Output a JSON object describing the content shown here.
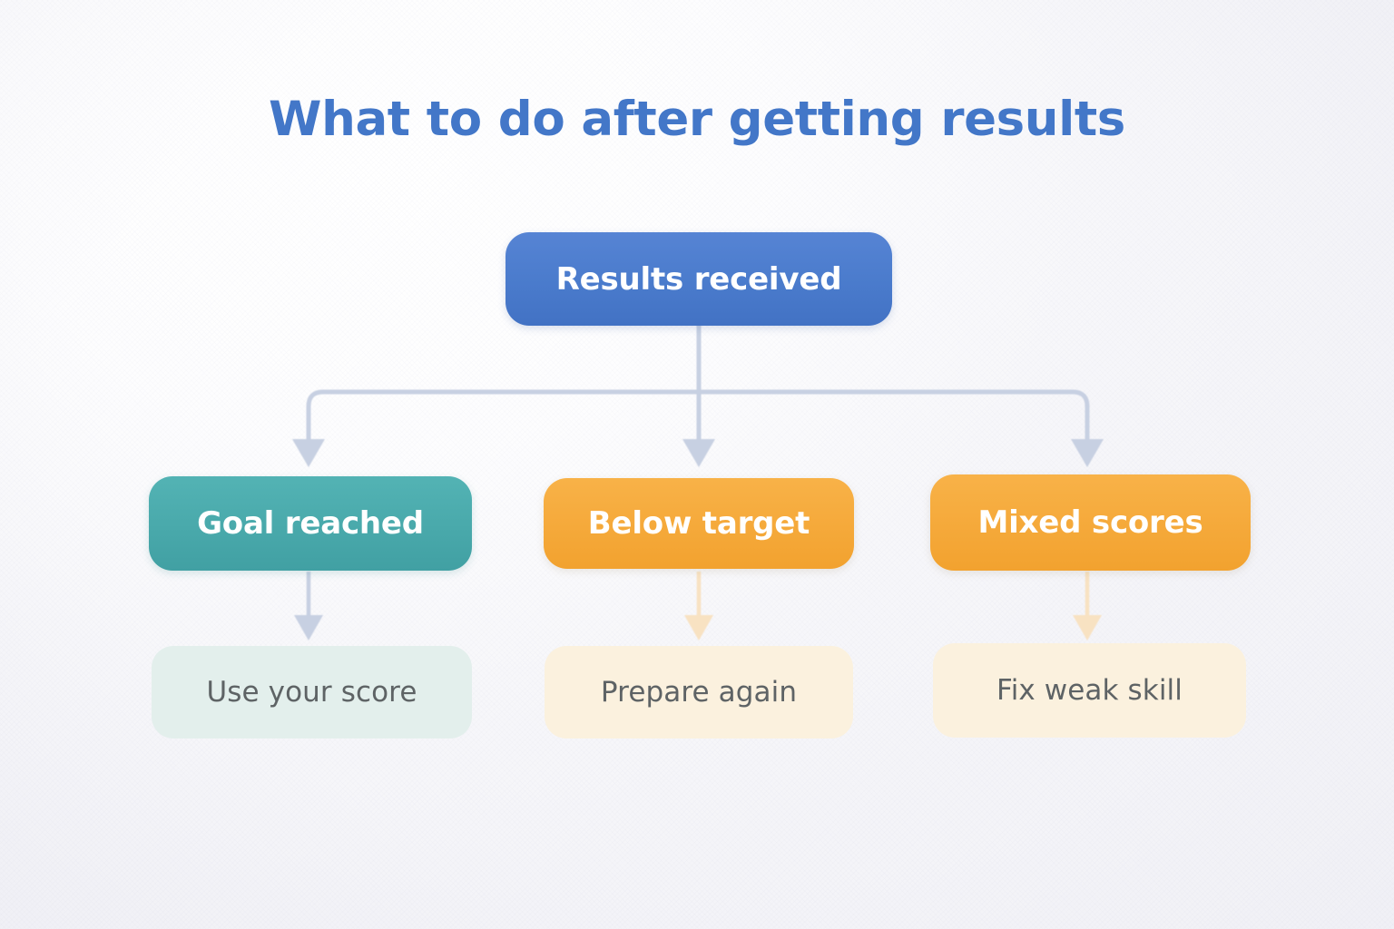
{
  "page": {
    "title": "What to do after getting results",
    "background_color": "#f7f7fa",
    "title_color": "#4377c8"
  },
  "palette": {
    "root_blue": "#4a7bcc",
    "teal": "#49a9ab",
    "amber": "#f5a93a",
    "mint": "#e3efec",
    "cream": "#fbf1de",
    "connector_blue": "#c7d0e2",
    "connector_cream": "#f8e2c2",
    "leaf_text": "#5e6365"
  },
  "diagram": {
    "type": "flowchart",
    "root": {
      "id": "results-received",
      "label": "Results received",
      "color": "#4a7bcc",
      "text_color": "#ffffff"
    },
    "branches": [
      {
        "id": "goal-reached",
        "label": "Goal reached",
        "color": "#49a9ab",
        "text_color": "#ffffff",
        "outcome": {
          "id": "use-your-score",
          "label": "Use your score",
          "color": "#e3efec",
          "text_color": "#5e6365"
        }
      },
      {
        "id": "below-target",
        "label": "Below target",
        "color": "#f5a93a",
        "text_color": "#ffffff",
        "outcome": {
          "id": "prepare-again",
          "label": "Prepare again",
          "color": "#fbf1de",
          "text_color": "#5e6365"
        }
      },
      {
        "id": "mixed-scores",
        "label": "Mixed scores",
        "color": "#f5a93a",
        "text_color": "#ffffff",
        "outcome": {
          "id": "fix-weak-skill",
          "label": "Fix weak skill",
          "color": "#fbf1de",
          "text_color": "#5e6365"
        }
      }
    ]
  }
}
